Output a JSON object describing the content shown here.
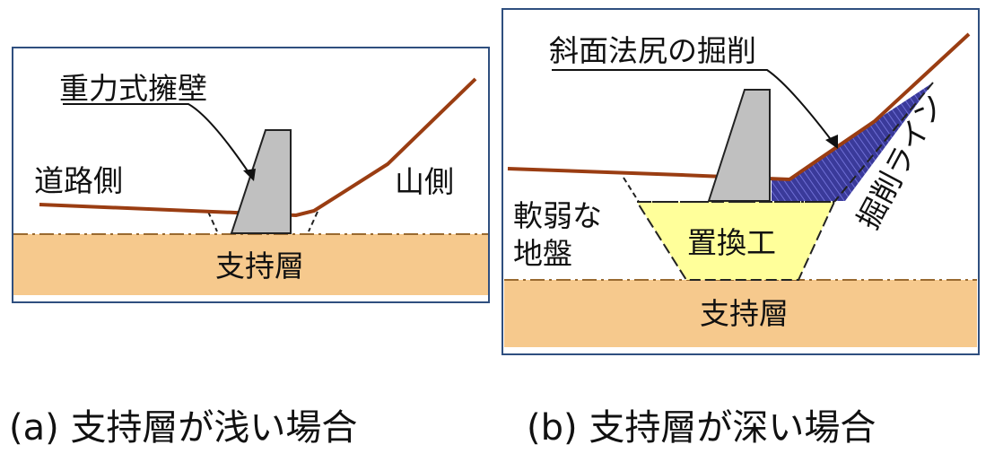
{
  "colors": {
    "frame": "#2f4f7f",
    "ground_line": "#9a3d12",
    "support_layer": "#f6c98d",
    "replacement_fill": "#ffff9a",
    "wall": "#c0c0c0",
    "hatch": "#2b3f8c"
  },
  "panel_a": {
    "wall_label": "重力式擁壁",
    "road_side": "道路側",
    "mountain_side": "山側",
    "support_layer": "支持層",
    "caption": "(a) 支持層が浅い場合"
  },
  "panel_b": {
    "slope_excavation": "斜面法尻の掘削",
    "excavation_line": "掘削ライン",
    "soft_ground_line1": "軟弱な",
    "soft_ground_line2": "地盤",
    "replacement": "置換工",
    "support_layer": "支持層",
    "caption": "(b) 支持層が深い場合"
  }
}
